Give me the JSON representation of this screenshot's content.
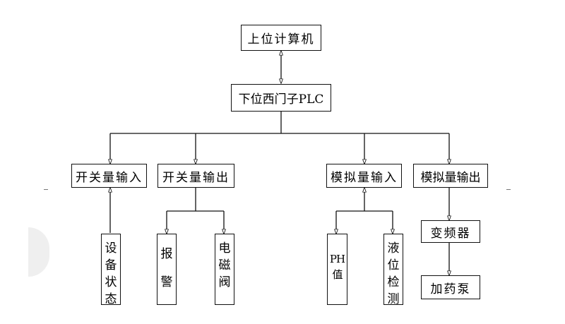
{
  "top": {
    "computer": "上位计算机",
    "plc": "下位西门子PLC"
  },
  "modules": {
    "di": "开关量输入",
    "do": "开关量输出",
    "ai": "模拟量输入",
    "ao": "模拟量输出"
  },
  "leaves": {
    "device_status": "设备状态",
    "alarm": "报警",
    "solenoid_valve": "电磁阀",
    "ph_value": "PH值",
    "level_detection": "液位检测",
    "inverter": "变频器",
    "dosing_pump": "加药泵"
  }
}
